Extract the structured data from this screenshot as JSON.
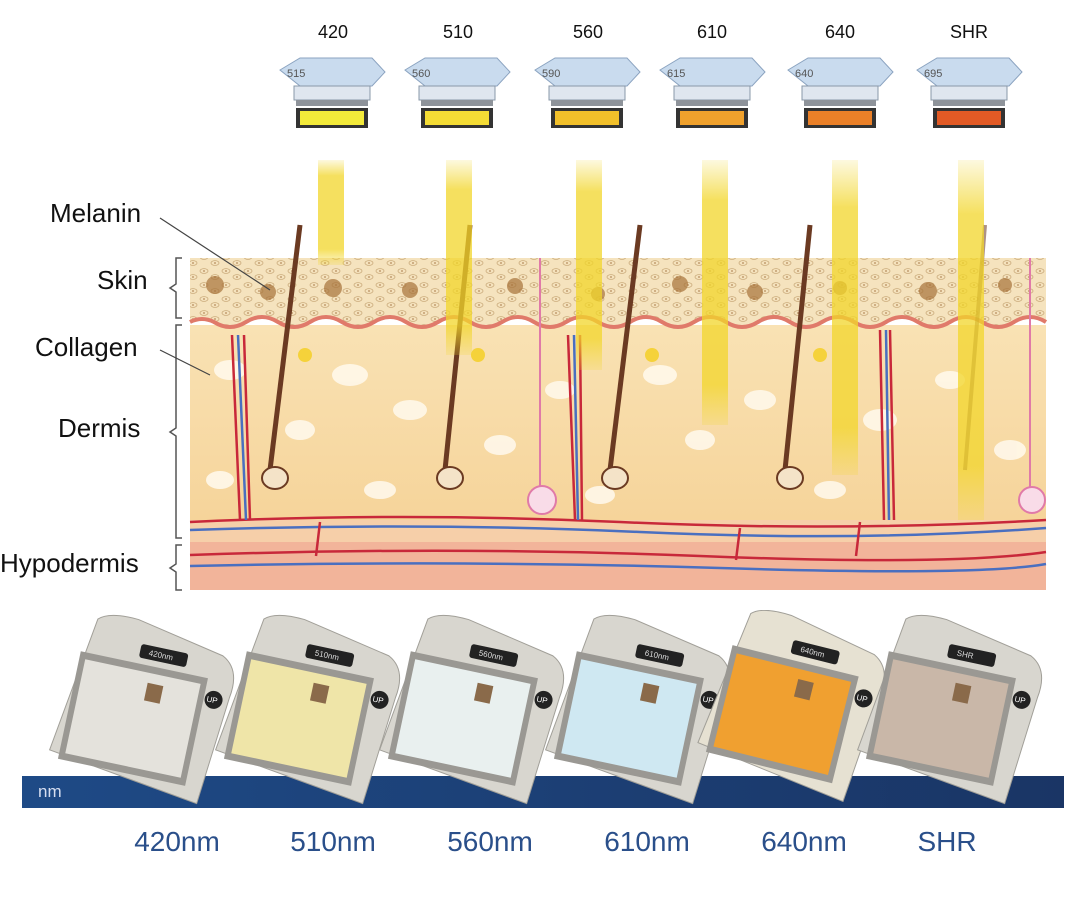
{
  "filters": [
    {
      "top_label": "420",
      "code": "515",
      "color": "#f3ea3a"
    },
    {
      "top_label": "510",
      "code": "560",
      "color": "#f4dc35"
    },
    {
      "top_label": "560",
      "code": "590",
      "color": "#f2c02a"
    },
    {
      "top_label": "610",
      "code": "615",
      "color": "#f0a12c"
    },
    {
      "top_label": "640",
      "code": "640",
      "color": "#ea8028"
    },
    {
      "top_label": "SHR",
      "code": "695",
      "color": "#e25a25"
    }
  ],
  "layers": {
    "melanin": "Melanin",
    "skin": "Skin",
    "collagen": "Collagen",
    "dermis": "Dermis",
    "hypodermis": "Hypodermis"
  },
  "bar_label": "nm",
  "handpieces": [
    {
      "label": "420nm",
      "window": "#e4e2dc",
      "up": "UP"
    },
    {
      "label": "510nm",
      "window": "#efe5a8",
      "up": "UP"
    },
    {
      "label": "560nm",
      "window": "#e9f0ef",
      "up": "UP"
    },
    {
      "label": "610nm",
      "window": "#cfe8f2",
      "up": "UP"
    },
    {
      "label": "640nm",
      "window": "#f0a030",
      "up": "UP"
    },
    {
      "label": "SHR",
      "window": "#c9b7a8",
      "up": "UP"
    }
  ],
  "colors": {
    "beam": "#f2d62a",
    "epidermis": "#f5dfb4",
    "dermis": "#f8dca8",
    "hypodermis": "#f2b49a",
    "artery": "#c8283a",
    "vein": "#4a6fc0",
    "hair": "#6b3a22",
    "bar": "#1f3f7a"
  }
}
